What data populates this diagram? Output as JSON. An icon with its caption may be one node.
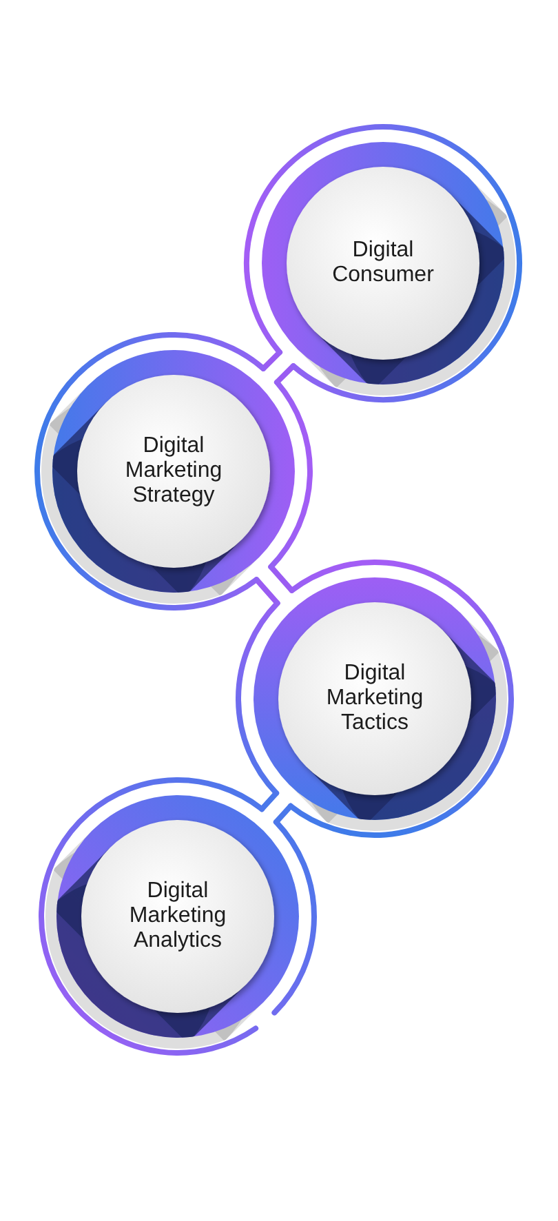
{
  "diagram": {
    "nodes": [
      {
        "text": [
          "Digital Consumer"
        ]
      },
      {
        "text": [
          "Digital Marketing Strategy"
        ]
      },
      {
        "text": [
          "Digital Marketing Tactics"
        ]
      },
      {
        "text": [
          "Digital Marketing Analytics"
        ]
      }
    ],
    "edges": [
      {
        "from": 0,
        "to": 1,
        "arrow": "none"
      },
      {
        "from": 1,
        "to": 2,
        "arrow": "none"
      },
      {
        "from": 2,
        "to": 3,
        "arrow": "none",
        "color": "#4a78ea"
      }
    ]
  }
}
